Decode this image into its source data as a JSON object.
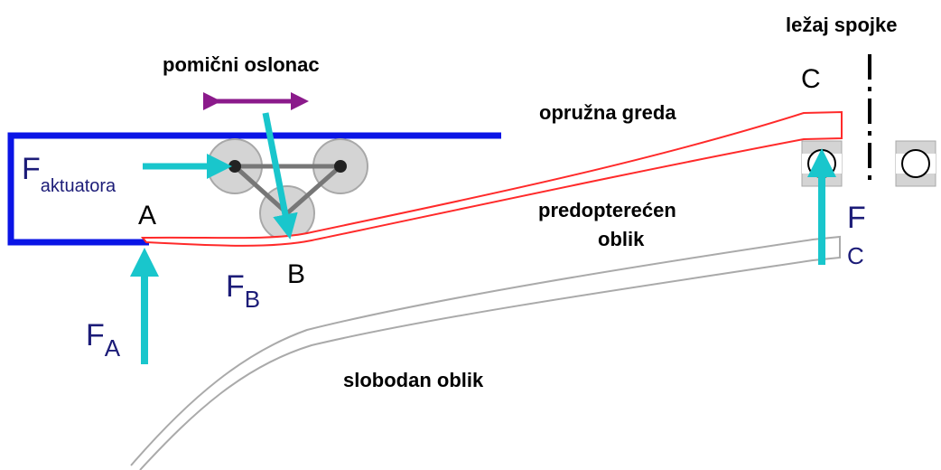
{
  "labels": {
    "bearing": "ležaj spojke",
    "movable_support": "pomični oslonac",
    "spring_beam": "opružna greda",
    "preloaded_shape_line1": "predopterećen",
    "preloaded_shape_line2": "oblik",
    "free_shape": "slobodan oblik"
  },
  "points": {
    "a": "A",
    "b": "B",
    "c": "C"
  },
  "forces": {
    "f_actuator_main": "F",
    "f_actuator_sub": "aktuatora",
    "f_b_main": "F",
    "f_b_sub": "B",
    "f_a_main": "F",
    "f_a_sub": "A",
    "f_c_main": "F",
    "f_c_sub": "C"
  },
  "colors": {
    "frame": "#0a14e6",
    "arrow": "#19c6cc",
    "movement_arrow": "#8b1a8b",
    "spring_loaded": "#ff2a2a",
    "spring_free": "#aaaaaa",
    "roller": "#cfcfcf",
    "force_text": "#1c1c78"
  }
}
